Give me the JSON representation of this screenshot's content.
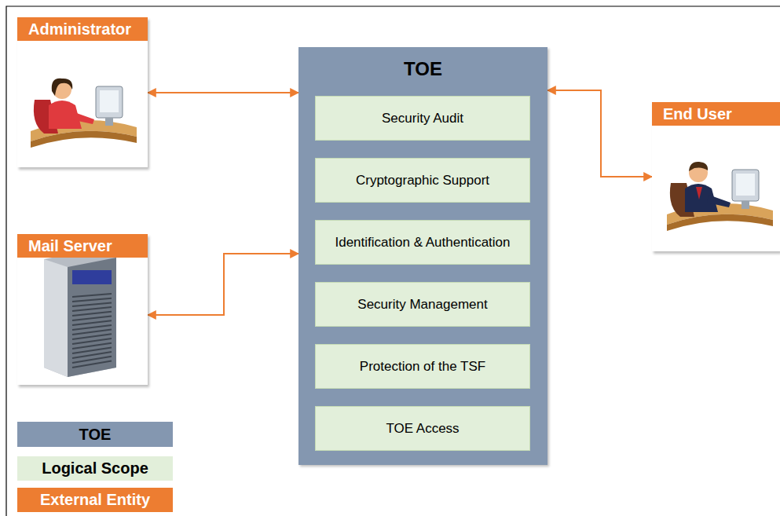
{
  "diagram": {
    "nodes": [
      {
        "text": [
          "Administrator"
        ]
      },
      {
        "text": [
          "TOE"
        ]
      },
      {
        "text": [
          "Security Audit"
        ],
        "in": 1
      },
      {
        "text": [
          "Cryptographic Support"
        ],
        "in": 1
      },
      {
        "text": [
          "Identification & Authentication"
        ],
        "in": 1
      },
      {
        "text": [
          "Security Management"
        ],
        "in": 1
      },
      {
        "text": [
          "Protection of the TSF"
        ],
        "in": 1
      },
      {
        "text": [
          "TOE Access"
        ],
        "in": 1
      },
      {
        "text": [
          "End User"
        ]
      },
      {
        "text": [
          "Mail Server"
        ]
      }
    ],
    "edges": [
      {
        "from": 0,
        "to": 1,
        "arrow": "both"
      },
      {
        "from": 8,
        "to": 1,
        "arrow": "both"
      },
      {
        "from": 9,
        "to": 1,
        "arrow": "both"
      }
    ],
    "legend": [
      {
        "text": "TOE",
        "color": "#8497b0"
      },
      {
        "text": "Logical Scope",
        "color": "#e2efda"
      },
      {
        "text": "External Entity",
        "color": "#ed7d31"
      }
    ]
  }
}
